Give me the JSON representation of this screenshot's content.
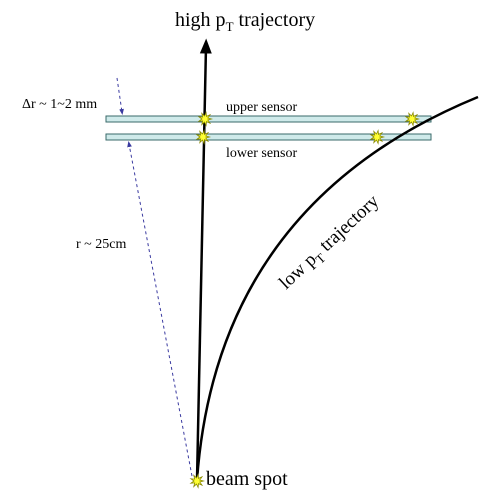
{
  "labels": {
    "high_pt_main": "high p",
    "high_pt_sub": "T",
    "high_pt_rest": " trajectory",
    "low_pt_main": "low p",
    "low_pt_sub": "T",
    "low_pt_rest": " trajectory",
    "upper_sensor": "upper sensor",
    "lower_sensor": "lower sensor",
    "delta_r": "Δr ~ 1~2 mm",
    "radius": "r ~ 25cm",
    "beam_spot": "beam spot"
  },
  "colors": {
    "sensor_fill": "#cfeaea",
    "sensor_stroke": "#3a6a6a",
    "arrow_dashed": "#3a3aa0",
    "hit_fill": "#ffff33",
    "hit_stroke": "#8a8a00",
    "trajectory": "#000000"
  },
  "icons": {
    "hit_marker": "starburst-hit-icon"
  }
}
